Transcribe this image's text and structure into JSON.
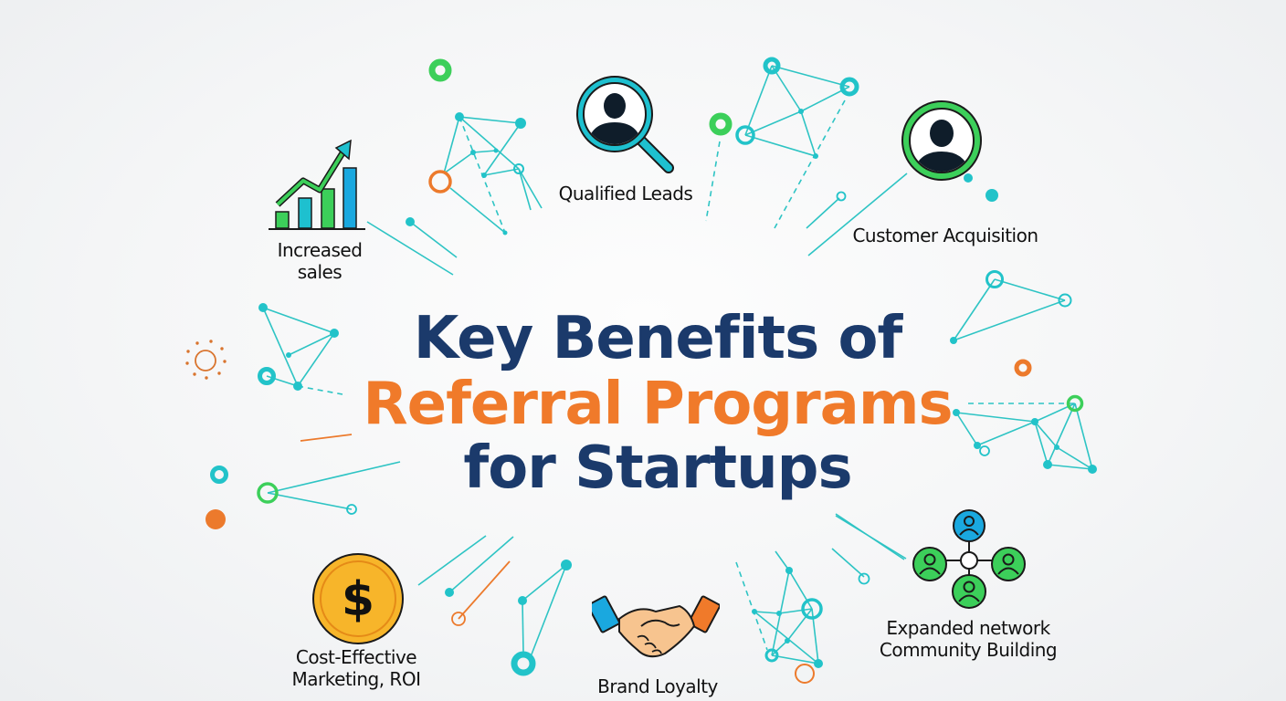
{
  "title": {
    "line1": "Key Benefits of",
    "line2": "Referral Programs",
    "line3": "for Startups"
  },
  "benefits": [
    {
      "id": "increased-sales",
      "icon": "bar-chart-arrow-icon",
      "label_lines": [
        "Increased",
        "sales"
      ]
    },
    {
      "id": "qualified-leads",
      "icon": "magnifier-person-icon",
      "label_lines": [
        "Qualified Leads"
      ]
    },
    {
      "id": "customer-acquisition",
      "icon": "person-circle-icon",
      "label_lines": [
        "Customer Acquisition"
      ]
    },
    {
      "id": "cost-effective",
      "icon": "dollar-coin-icon",
      "label_lines": [
        "Cost-Effective",
        "Marketing, ROI"
      ]
    },
    {
      "id": "brand-loyalty",
      "icon": "handshake-icon",
      "label_lines": [
        "Brand Loyalty"
      ]
    },
    {
      "id": "expanded-network",
      "icon": "people-network-icon",
      "label_lines": [
        "Expanded network",
        "Community Building"
      ]
    }
  ],
  "colors": {
    "navy": "#1b3a6b",
    "orange": "#f07a2a",
    "teal": "#22c3c9",
    "green": "#3ccf5a",
    "blue": "#1aa8df",
    "gold": "#f7b52a"
  }
}
